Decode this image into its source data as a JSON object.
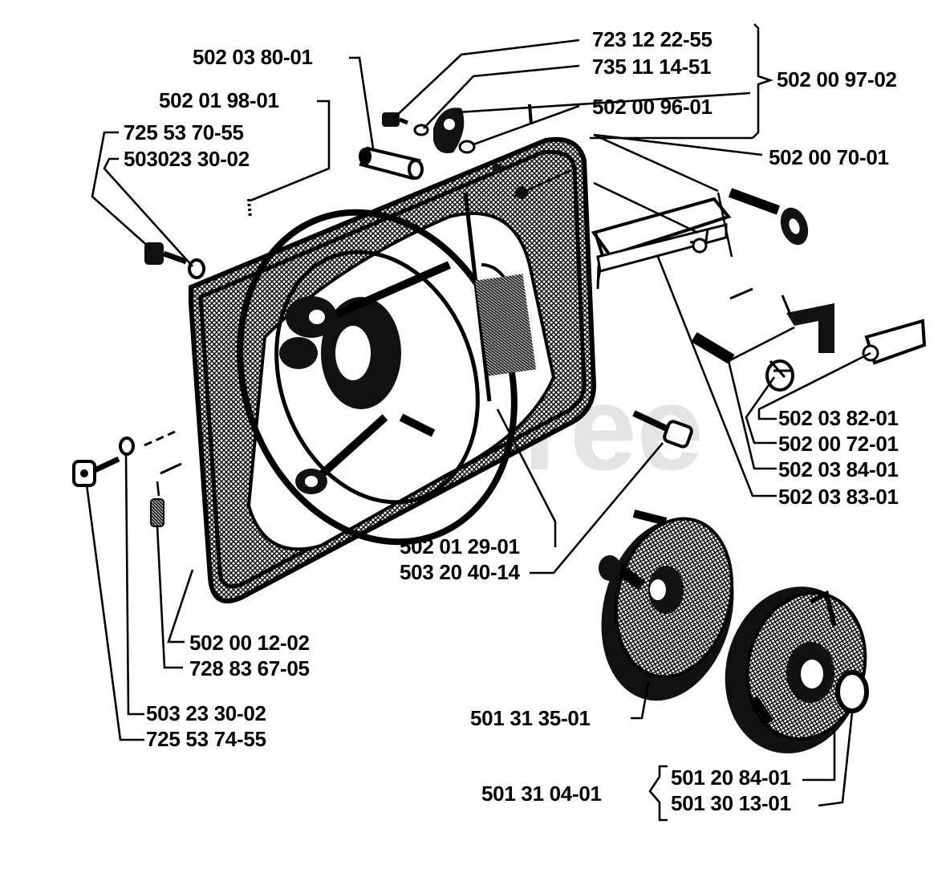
{
  "watermark": "Free",
  "labels": {
    "p_723_12_22_55": "723 12 22-55",
    "p_735_11_14_51": "735 11 14-51",
    "p_502_03_80_01": "502 03 80-01",
    "p_502_00_97_02": "502 00 97-02",
    "p_502_00_96_01": "502 00 96-01",
    "p_502_01_98_01": "502 01 98-01",
    "p_725_53_70_55": "725 53 70-55",
    "p_503023_30_02": "503023 30-02",
    "p_502_00_70_01": "502 00 70-01",
    "p_502_03_82_01": "502 03 82-01",
    "p_502_00_72_01": "502 00 72-01",
    "p_502_03_84_01": "502 03 84-01",
    "p_502_03_83_01": "502 03 83-01",
    "p_502_01_29_01": "502 01 29-01",
    "p_503_20_40_14": "503 20 40-14",
    "p_502_00_12_02": "502 00 12-02",
    "p_728_83_67_05": "728 83 67-05",
    "p_503_23_30_02": "503 23 30-02",
    "p_725_53_74_55": "725 53 74-55",
    "p_501_31_35_01": "501 31 35-01",
    "p_501_31_04_01": "501 31 04-01",
    "p_501_20_84_01": "501 20 84-01",
    "p_501_30_13_01": "501 30 13-01"
  }
}
